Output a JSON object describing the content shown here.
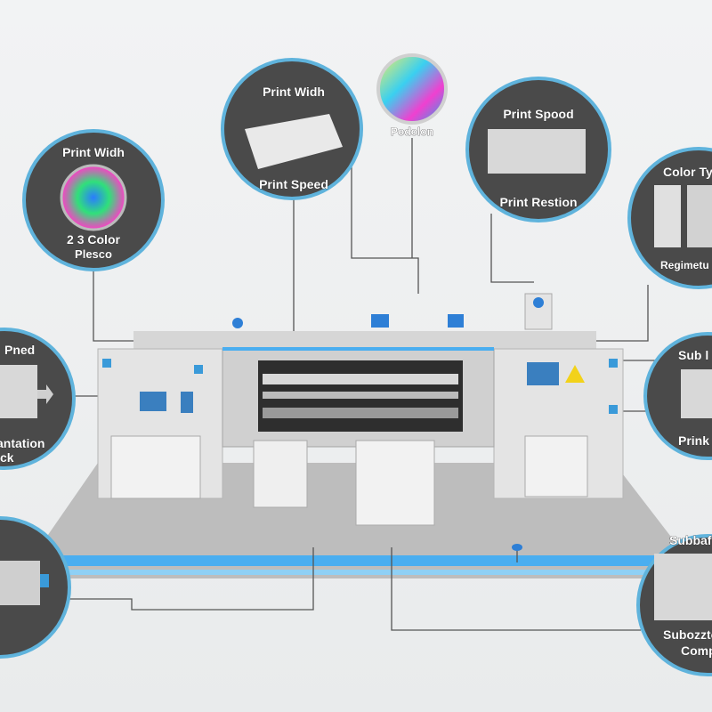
{
  "callouts": [
    {
      "top": "Print Widh",
      "bottom": [
        "2 3 Color",
        "Plesco"
      ]
    },
    {
      "top": "Print Widh",
      "bottom": [
        "Print Speed"
      ]
    },
    {
      "top": "",
      "bottom": [
        "Podolon"
      ]
    },
    {
      "top": "Print Spood",
      "bottom": [
        "Print Restion"
      ]
    },
    {
      "top": "Color Ty",
      "bottom": [
        "Regimetu"
      ]
    },
    {
      "top": "Pned",
      "bottom": [
        "antation",
        "ck"
      ]
    },
    {
      "top": "Sub l",
      "bottom": [
        "Prink"
      ]
    },
    {
      "top": "",
      "bottom": []
    },
    {
      "top": "Subbafi",
      "bottom": [
        "Subozzto",
        "Comp"
      ]
    }
  ],
  "colors": {
    "accent": "#5fb3dc",
    "circle_fill": "#4a4a4a",
    "floor_stripe": "#4aaef0",
    "machine": "#dcdcdc"
  }
}
